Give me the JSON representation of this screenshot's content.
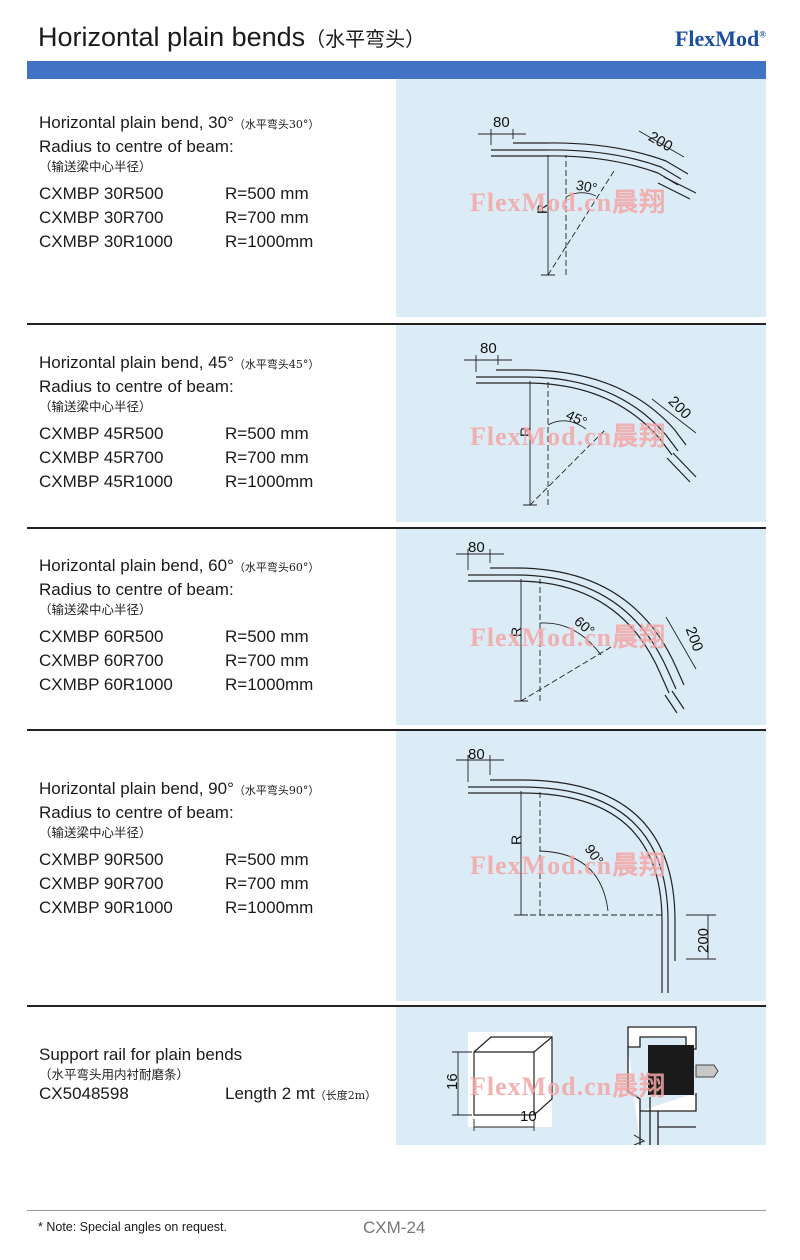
{
  "header": {
    "title": "Horizontal plain bends",
    "title_zh": "（水平弯头）",
    "brand": "FlexMod",
    "brand_mark": "®"
  },
  "sections": [
    {
      "heading": "Horizontal plain bend, 30°",
      "heading_zh": "（水平弯头30°）",
      "radius_label": "Radius to centre of beam:",
      "radius_zh": "（输送梁中心半径）",
      "rows": [
        {
          "code": "CXMBP 30R500",
          "value": "R=500 mm"
        },
        {
          "code": "CXMBP 30R700",
          "value": "R=700 mm"
        },
        {
          "code": "CXMBP 30R1000",
          "value": "R=1000mm"
        }
      ],
      "diagram": {
        "angle_label": "30°",
        "dim_top": "80",
        "dim_end": "200",
        "radius": "R"
      }
    },
    {
      "heading": "Horizontal plain bend, 45°",
      "heading_zh": "（水平弯头45°）",
      "radius_label": "Radius to centre of beam:",
      "radius_zh": "（输送梁中心半径）",
      "rows": [
        {
          "code": "CXMBP 45R500",
          "value": "R=500 mm"
        },
        {
          "code": "CXMBP 45R700",
          "value": "R=700 mm"
        },
        {
          "code": "CXMBP 45R1000",
          "value": "R=1000mm"
        }
      ],
      "diagram": {
        "angle_label": "45°",
        "dim_top": "80",
        "dim_end": "200",
        "radius": "R"
      }
    },
    {
      "heading": "Horizontal plain bend, 60°",
      "heading_zh": "（水平弯头60°）",
      "radius_label": "Radius to centre of beam:",
      "radius_zh": "（输送梁中心半径）",
      "rows": [
        {
          "code": "CXMBP 60R500",
          "value": "R=500 mm"
        },
        {
          "code": "CXMBP 60R700",
          "value": "R=700 mm"
        },
        {
          "code": "CXMBP 60R1000",
          "value": "R=1000mm"
        }
      ],
      "diagram": {
        "angle_label": "60°",
        "dim_top": "80",
        "dim_end": "200",
        "radius": "R"
      }
    },
    {
      "heading": "Horizontal plain bend, 90°",
      "heading_zh": "（水平弯头90°）",
      "radius_label": "Radius to centre of beam:",
      "radius_zh": "（输送梁中心半径）",
      "rows": [
        {
          "code": "CXMBP 90R500",
          "value": "R=500 mm"
        },
        {
          "code": "CXMBP 90R700",
          "value": "R=700 mm"
        },
        {
          "code": "CXMBP 90R1000",
          "value": "R=1000mm"
        }
      ],
      "diagram": {
        "angle_label": "90°",
        "dim_top": "80",
        "dim_end": "200",
        "radius": "R"
      }
    }
  ],
  "support": {
    "heading": "Support rail for plain bends",
    "heading_zh": "（水平弯头用内衬耐磨条）",
    "code": "CX5048598",
    "length": "Length 2 mt",
    "length_zh": "（长度2m）",
    "dim_height": "16",
    "dim_width": "10"
  },
  "watermark": "FlexMod.cn晨翔",
  "footer": {
    "note": "* Note: Special angles on request.",
    "page": "CXM-24"
  }
}
